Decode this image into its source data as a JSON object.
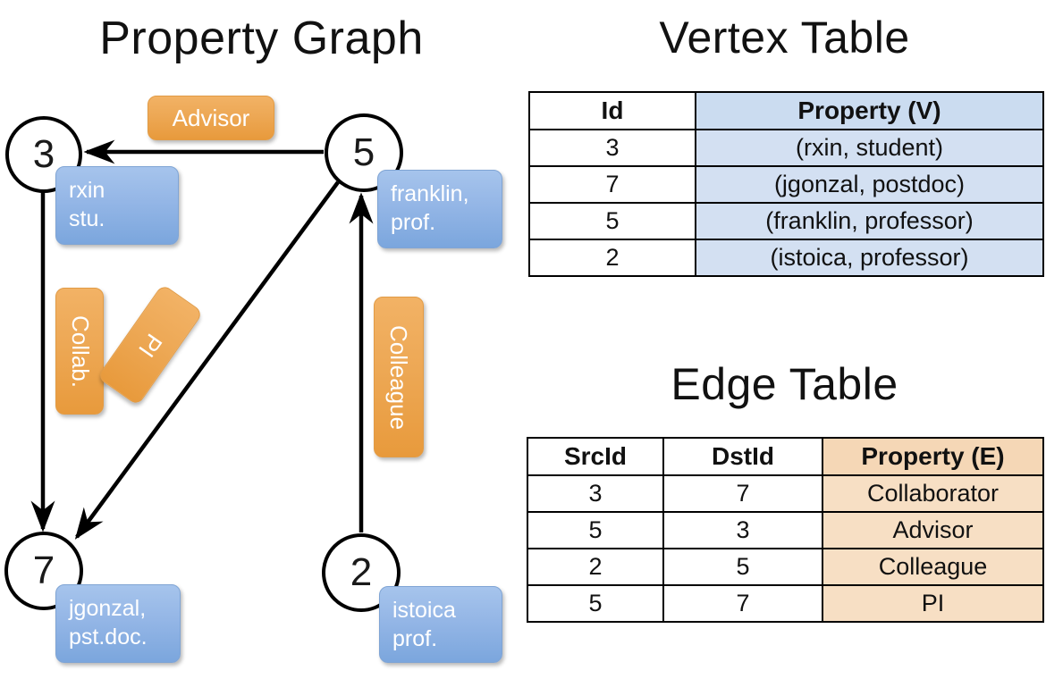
{
  "titles": {
    "property_graph": "Property Graph",
    "vertex_table": "Vertex Table",
    "edge_table": "Edge Table"
  },
  "graph": {
    "nodes": [
      {
        "id": "3",
        "property_lines": [
          "rxin",
          "stu."
        ]
      },
      {
        "id": "5",
        "property_lines": [
          "franklin,",
          "prof."
        ]
      },
      {
        "id": "7",
        "property_lines": [
          "jgonzal,",
          "pst.doc."
        ]
      },
      {
        "id": "2",
        "property_lines": [
          "istoica",
          "prof."
        ]
      }
    ],
    "edge_labels": [
      {
        "key": "advisor",
        "label": "Advisor",
        "from": "5",
        "to": "3",
        "orientation": "horizontal"
      },
      {
        "key": "collab",
        "label": "Collab.",
        "from": "3",
        "to": "7",
        "orientation": "vertical"
      },
      {
        "key": "pi",
        "label": "PI",
        "from": "5",
        "to": "7",
        "orientation": "diagonal"
      },
      {
        "key": "colleague",
        "label": "Colleague",
        "from": "2",
        "to": "5",
        "orientation": "vertical"
      }
    ],
    "colors": {
      "node_stroke": "#000000",
      "node_fill": "#ffffff",
      "vertex_property_box": "#94b6e6",
      "edge_property_box": "#eda855",
      "edge_line": "#000000"
    }
  },
  "vertex_table": {
    "headers": [
      "Id",
      "Property (V)"
    ],
    "rows": [
      {
        "id": "3",
        "property": "(rxin, student)"
      },
      {
        "id": "7",
        "property": "(jgonzal, postdoc)"
      },
      {
        "id": "5",
        "property": "(franklin, professor)"
      },
      {
        "id": "2",
        "property": "(istoica, professor)"
      }
    ],
    "property_column_color": "#d3e0f2"
  },
  "edge_table": {
    "headers": [
      "SrcId",
      "DstId",
      "Property (E)"
    ],
    "rows": [
      {
        "src": "3",
        "dst": "7",
        "property": "Collaborator"
      },
      {
        "src": "5",
        "dst": "3",
        "property": "Advisor"
      },
      {
        "src": "2",
        "dst": "5",
        "property": "Colleague"
      },
      {
        "src": "5",
        "dst": "7",
        "property": "PI"
      }
    ],
    "property_column_color": "#f7dfc4"
  }
}
